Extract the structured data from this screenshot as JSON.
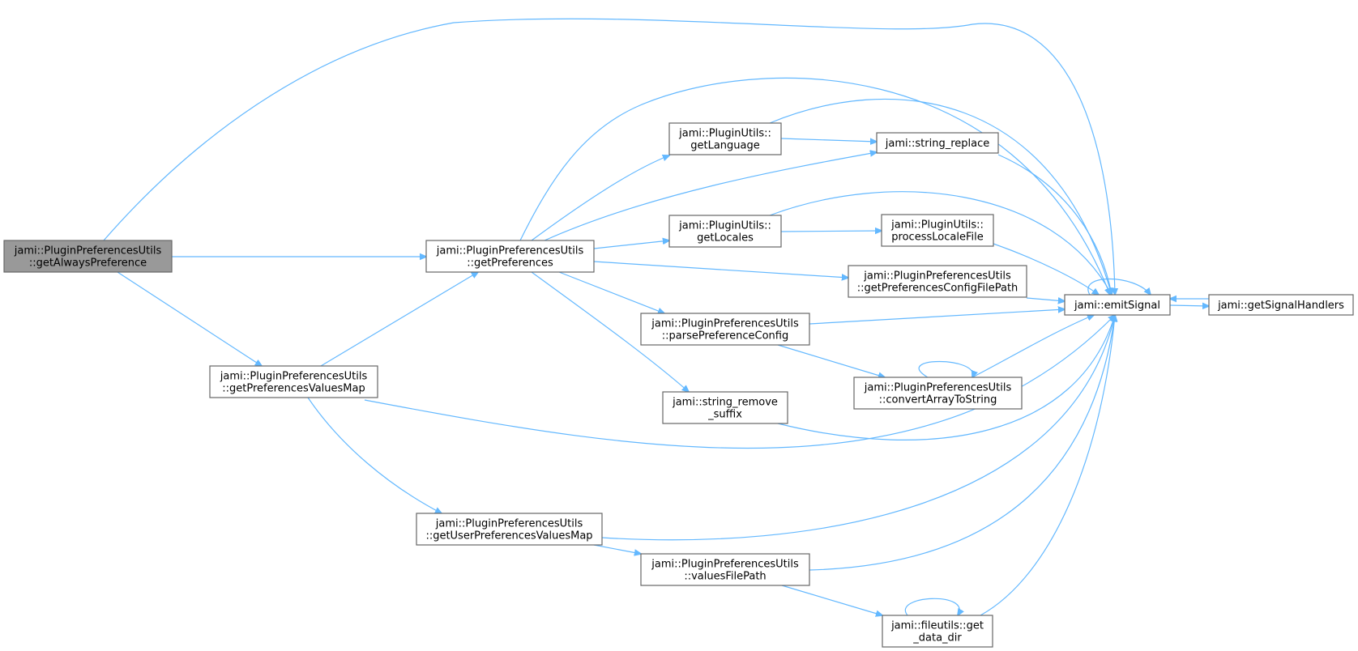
{
  "diagram": {
    "type": "call-graph",
    "edge_color": "#63b8ff",
    "node_border_color": "#666666",
    "root_fill_color": "#999999",
    "nodes": [
      {
        "id": "getAlwaysPreference",
        "lines": [
          "jami::PluginPreferencesUtils",
          "::getAlwaysPreference"
        ],
        "root": true
      },
      {
        "id": "getPreferences",
        "lines": [
          "jami::PluginPreferencesUtils",
          "::getPreferences"
        ]
      },
      {
        "id": "getPreferencesValuesMap",
        "lines": [
          "jami::PluginPreferencesUtils",
          "::getPreferencesValuesMap"
        ]
      },
      {
        "id": "getLanguage",
        "lines": [
          "jami::PluginUtils::",
          "getLanguage"
        ]
      },
      {
        "id": "getLocales",
        "lines": [
          "jami::PluginUtils::",
          "getLocales"
        ]
      },
      {
        "id": "parsePreferenceConfig",
        "lines": [
          "jami::PluginPreferencesUtils",
          "::parsePreferenceConfig"
        ]
      },
      {
        "id": "string_remove_suffix",
        "lines": [
          "jami::string_remove",
          "_suffix"
        ]
      },
      {
        "id": "getUserPreferencesValuesMap",
        "lines": [
          "jami::PluginPreferencesUtils",
          "::getUserPreferencesValuesMap"
        ]
      },
      {
        "id": "valuesFilePath",
        "lines": [
          "jami::PluginPreferencesUtils",
          "::valuesFilePath"
        ]
      },
      {
        "id": "string_replace",
        "lines": [
          "jami::string_replace"
        ]
      },
      {
        "id": "processLocaleFile",
        "lines": [
          "jami::PluginUtils::",
          "processLocaleFile"
        ]
      },
      {
        "id": "getPreferencesConfigFilePath",
        "lines": [
          "jami::PluginPreferencesUtils",
          "::getPreferencesConfigFilePath"
        ]
      },
      {
        "id": "convertArrayToString",
        "lines": [
          "jami::PluginPreferencesUtils",
          "::convertArrayToString"
        ]
      },
      {
        "id": "get_data_dir",
        "lines": [
          "jami::fileutils::get",
          "_data_dir"
        ]
      },
      {
        "id": "emitSignal",
        "lines": [
          "jami::emitSignal"
        ]
      },
      {
        "id": "getSignalHandlers",
        "lines": [
          "jami::getSignalHandlers"
        ]
      }
    ],
    "edges": [
      [
        "getAlwaysPreference",
        "emitSignal"
      ],
      [
        "getAlwaysPreference",
        "getPreferences"
      ],
      [
        "getAlwaysPreference",
        "getPreferencesValuesMap"
      ],
      [
        "getPreferences",
        "emitSignal"
      ],
      [
        "getPreferences",
        "getLanguage"
      ],
      [
        "getPreferences",
        "string_replace"
      ],
      [
        "getPreferences",
        "getLocales"
      ],
      [
        "getPreferences",
        "getPreferencesConfigFilePath"
      ],
      [
        "getPreferences",
        "parsePreferenceConfig"
      ],
      [
        "getPreferences",
        "string_remove_suffix"
      ],
      [
        "getPreferencesValuesMap",
        "getPreferences"
      ],
      [
        "getPreferencesValuesMap",
        "emitSignal"
      ],
      [
        "getPreferencesValuesMap",
        "getUserPreferencesValuesMap"
      ],
      [
        "getLanguage",
        "string_replace"
      ],
      [
        "getLanguage",
        "emitSignal"
      ],
      [
        "string_replace",
        "emitSignal"
      ],
      [
        "getLocales",
        "processLocaleFile"
      ],
      [
        "getLocales",
        "emitSignal"
      ],
      [
        "processLocaleFile",
        "emitSignal"
      ],
      [
        "getPreferencesConfigFilePath",
        "emitSignal"
      ],
      [
        "parsePreferenceConfig",
        "emitSignal"
      ],
      [
        "parsePreferenceConfig",
        "convertArrayToString"
      ],
      [
        "convertArrayToString",
        "convertArrayToString"
      ],
      [
        "convertArrayToString",
        "emitSignal"
      ],
      [
        "string_remove_suffix",
        "emitSignal"
      ],
      [
        "getUserPreferencesValuesMap",
        "emitSignal"
      ],
      [
        "getUserPreferencesValuesMap",
        "valuesFilePath"
      ],
      [
        "valuesFilePath",
        "emitSignal"
      ],
      [
        "valuesFilePath",
        "get_data_dir"
      ],
      [
        "get_data_dir",
        "get_data_dir"
      ],
      [
        "get_data_dir",
        "emitSignal"
      ],
      [
        "emitSignal",
        "emitSignal"
      ],
      [
        "emitSignal",
        "getSignalHandlers"
      ],
      [
        "getSignalHandlers",
        "emitSignal"
      ]
    ]
  }
}
